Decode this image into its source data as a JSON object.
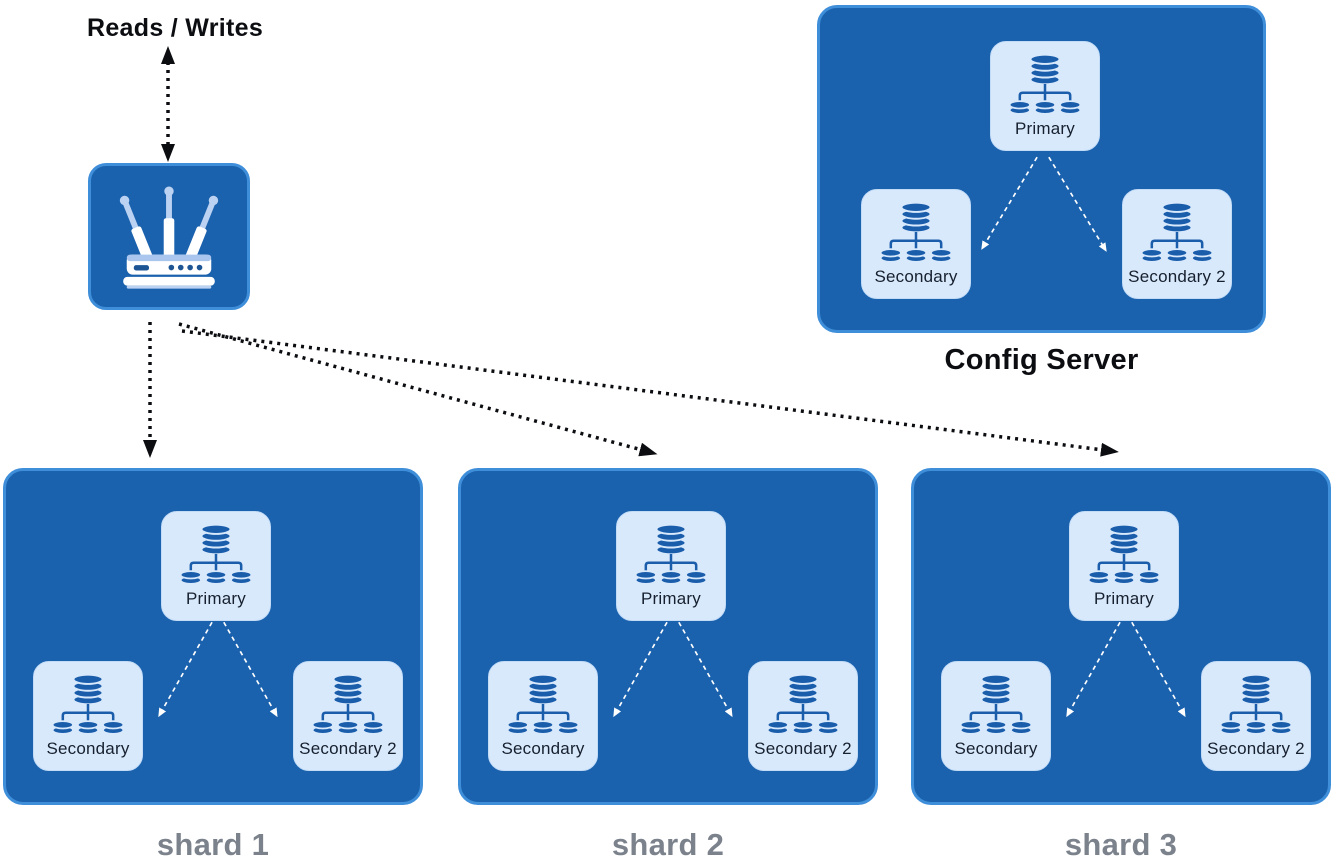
{
  "client": {
    "label": "Reads / Writes",
    "router_icon": "wireless-router-icon"
  },
  "config_server": {
    "caption": "Config Server",
    "nodes": [
      {
        "label": "Primary"
      },
      {
        "label": "Secondary"
      },
      {
        "label": "Secondary 2"
      }
    ]
  },
  "shards": [
    {
      "caption": "shard 1",
      "nodes": [
        {
          "label": "Primary"
        },
        {
          "label": "Secondary"
        },
        {
          "label": "Secondary 2"
        }
      ]
    },
    {
      "caption": "shard 2",
      "nodes": [
        {
          "label": "Primary"
        },
        {
          "label": "Secondary"
        },
        {
          "label": "Secondary 2"
        }
      ]
    },
    {
      "caption": "shard 3",
      "nodes": [
        {
          "label": "Primary"
        },
        {
          "label": "Secondary"
        },
        {
          "label": "Secondary 2"
        }
      ]
    }
  ],
  "connections": [
    {
      "from": "reads-writes",
      "to": "query-router",
      "style": "black-dotted-double-arrow"
    },
    {
      "from": "query-router",
      "to": "shard-1",
      "style": "black-dotted-arrow"
    },
    {
      "from": "query-router",
      "to": "shard-2",
      "style": "black-dotted-arrow"
    },
    {
      "from": "query-router",
      "to": "shard-3",
      "style": "black-dotted-arrow"
    },
    {
      "from": "primary",
      "to": "secondary",
      "style": "white-dashed-arrow"
    },
    {
      "from": "primary",
      "to": "secondary-2",
      "style": "white-dashed-arrow"
    }
  ],
  "colors": {
    "box_fill": "#1b62ae",
    "box_border": "#3f8ed9",
    "card_fill": "#d9e9fc",
    "icon_blue": "#1a5dab",
    "arrow_black": "#0c0d11",
    "arrow_white": "#ffffff",
    "shard_caption_gray": "#7b828c",
    "node_text": "#16202e"
  }
}
